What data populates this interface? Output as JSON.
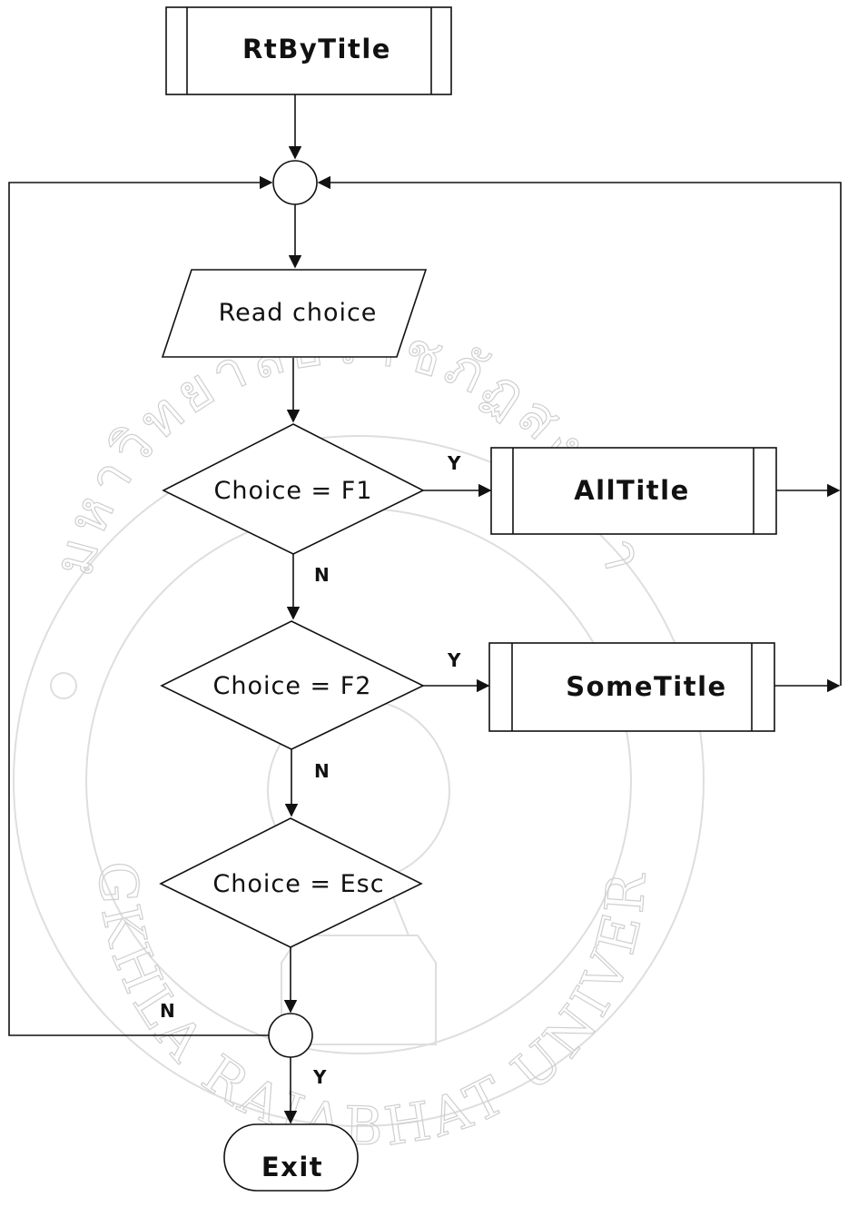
{
  "watermark": {
    "text_bottom": "SONGKHLA RAJABHAT UNIVERSITY",
    "text_top": "มหาวิทยาลัยราชภัฏสงขลา"
  },
  "flowchart": {
    "start_process": "RtByTitle",
    "input": "Read choice",
    "decision_1": "Choice = F1",
    "decision_2": "Choice = F2",
    "decision_3": "Choice = Esc",
    "process_1": "AllTitle",
    "process_2": "SomeTitle",
    "terminal": "Exit",
    "label_yes_1": "Y",
    "label_no_1": "N",
    "label_yes_2": "Y",
    "label_no_2": "N",
    "label_no_loop": "N",
    "label_yes_exit": "Y"
  }
}
